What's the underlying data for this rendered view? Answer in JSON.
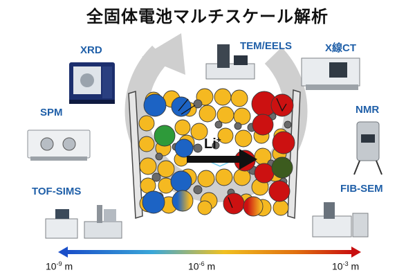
{
  "title": "全固体電池マルチスケール解析",
  "instruments": {
    "xrd": "XRD",
    "spm": "SPM",
    "tof_sims": "TOF-SIMS",
    "tem_eels": "TEM/EELS",
    "xct": "X線CT",
    "nmr": "NMR",
    "fib_sem": "FIB-SEM"
  },
  "diagram": {
    "ion_label": "Li",
    "ion_charge": "+"
  },
  "scale": {
    "left_base": "10",
    "left_exp": "-9",
    "mid_base": "10",
    "mid_exp": "-6",
    "right_base": "10",
    "right_exp": "-3",
    "unit": " m"
  },
  "colors": {
    "label_blue": "#1f5fa8",
    "particle_yellow": "#f5b921",
    "particle_blue": "#1c63c4",
    "particle_red": "#cc1111",
    "particle_green": "#2e9a3a",
    "particle_darkgreen": "#3c5b1e",
    "particle_grey": "#6a6a6a",
    "arrow_grey": "#cfcfcf"
  }
}
